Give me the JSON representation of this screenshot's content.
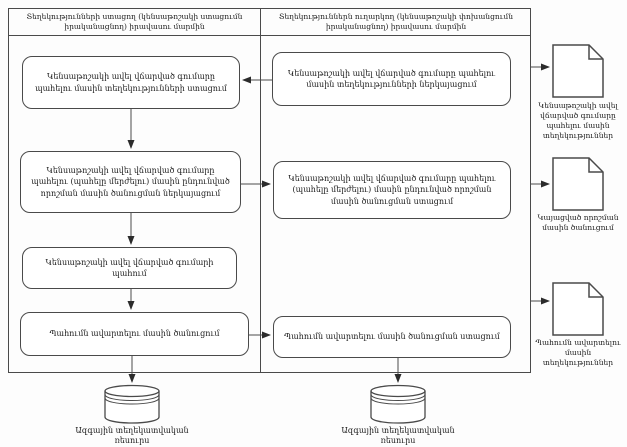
{
  "headers": {
    "left": "Տեղեկությունների ստացող (կենսաթոշակի ստացումն իրականացնող) իրավասու մարմին",
    "right": "Տեղեկություններն ուղարկող (կենսաթոշակի փոխանցումն իրականացնող) իրավասու մարմին"
  },
  "boxes": {
    "left_receive_info": "Կենսաթոշակի ավել վճարված գումարը պահելու մասին տեղեկությունների ստացում",
    "left_submit_decision_notice": "Կենսաթոշակի ավել վճարված գումարը պահելու (պահելը մերժելու) մասին ընդունված որոշման մասին ծանուցման ներկայացում",
    "left_withhold_amount": "Կենսաթոշակի ավել վճարված գումարի պահում",
    "left_notify_completion": "Պահումն ավարտելու մասին ծանուցում",
    "right_submit_info": "Կենսաթոշակի ավել վճարված գումարը պահելու մասին տեղեկությունների ներկայացում",
    "right_receive_decision_notice": "Կենսաթոշակի ավել վճարված գումարը պահելու (պահելը մերժելու) մասին ընդունված որոշման մասին ծանուցման ստացում",
    "right_receive_completion_notice": "Պահումն ավարտելու մասին ծանուցման ստացում"
  },
  "documents": [
    {
      "icon": "document-icon",
      "label": "Կենսաթոշակի ավել վճարված գումարը պահելու մասին տեղեկություններ"
    },
    {
      "icon": "document-icon",
      "label": "Կայացված որոշման մասին ծանուցում"
    },
    {
      "icon": "document-icon",
      "label": "Պահումն ավարտելու մասին տեղեկություններ"
    }
  ],
  "datastores": [
    {
      "icon": "database-icon",
      "label": "Ազգային տեղեկատվական ռեսուրս"
    },
    {
      "icon": "database-icon",
      "label": "Ազգային տեղեկատվական ռեսուրս"
    }
  ],
  "colors": {
    "line": "#4a4a4a",
    "text": "#1a1a1a",
    "shape_fill": "#ffffff",
    "background": "#fdfdfd"
  }
}
